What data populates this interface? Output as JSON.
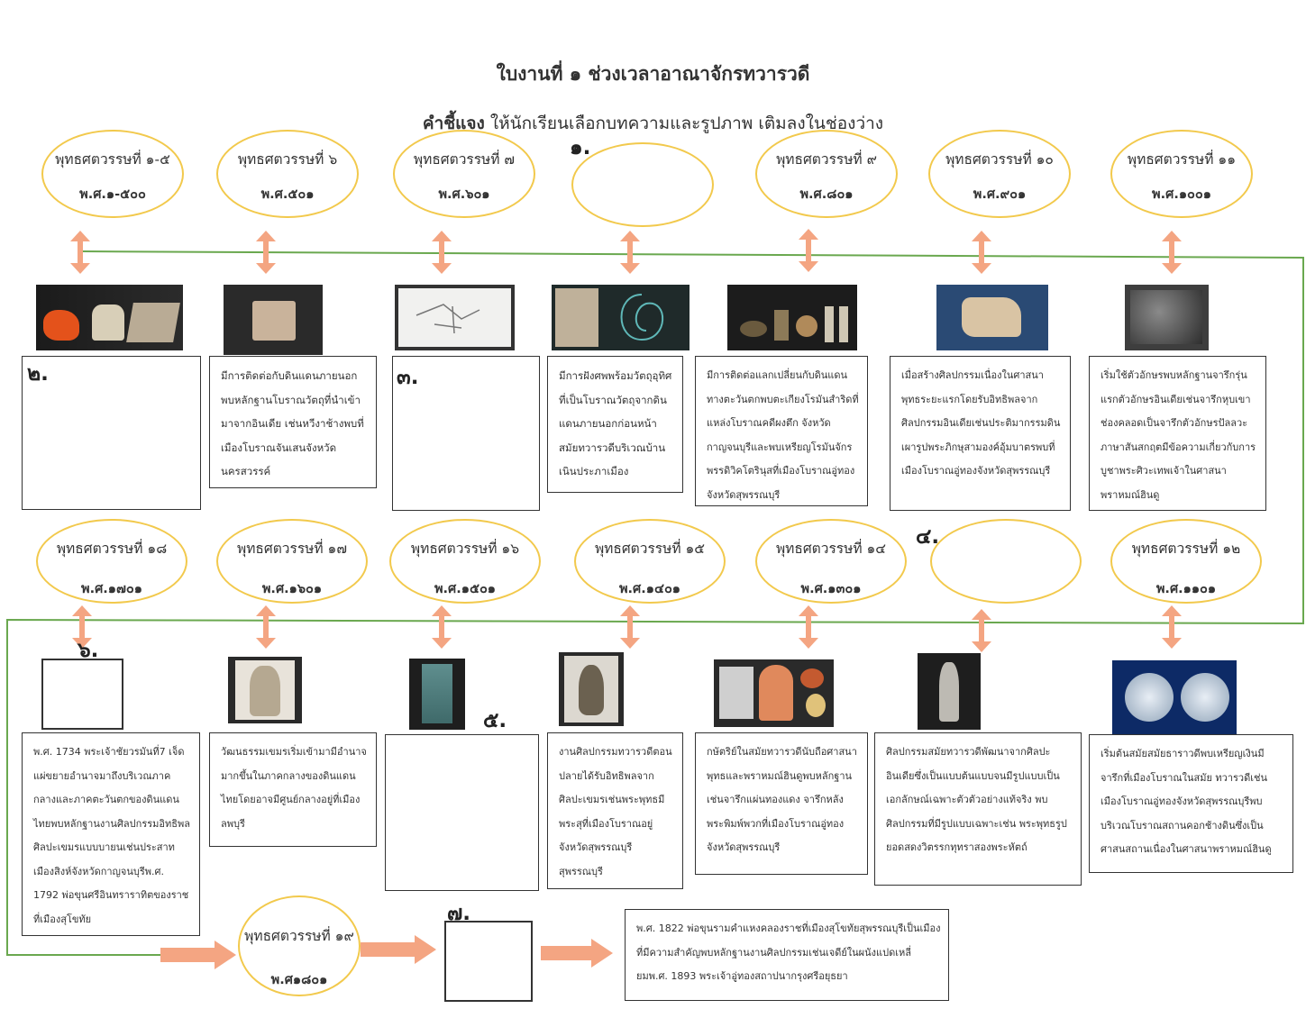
{
  "header": {
    "title": "ใบงานที่ ๑ ช่วงเวลาอาณาจักรทวารวดี",
    "instruction_label": "คำชี้แจง",
    "instruction_text": " ให้นักเรียนเลือกบทความและรูปภาพ เติมลงในช่องว่าง"
  },
  "blanks": {
    "b1": "๑.",
    "b2": "๒.",
    "b3": "๓.",
    "b4": "๔.",
    "b5": "๕.",
    "b6": "๖.",
    "b7": "๗."
  },
  "periods": {
    "p1": {
      "century": "พุทธศตวรรษที่ ๑-๕",
      "year": "พ.ศ.๑-๕๐๐"
    },
    "p6": {
      "century": "พุทธศตวรรษที่ ๖",
      "year": "พ.ศ.๕๐๑"
    },
    "p7": {
      "century": "พุทธศตวรรษที่ ๗",
      "year": "พ.ศ.๖๐๑"
    },
    "p9": {
      "century": "พุทธศตวรรษที่ ๙",
      "year": "พ.ศ.๘๐๑"
    },
    "p10": {
      "century": "พุทธศตวรรษที่ ๑๐",
      "year": "พ.ศ.๙๐๑"
    },
    "p11": {
      "century": "พุทธศตวรรษที่ ๑๑",
      "year": "พ.ศ.๑๐๐๑"
    },
    "p18": {
      "century": "พุทธศตวรรษที่ ๑๘",
      "year": "พ.ศ.๑๗๐๑"
    },
    "p17": {
      "century": "พุทธศตวรรษที่ ๑๗",
      "year": "พ.ศ.๑๖๐๑"
    },
    "p16": {
      "century": "พุทธศตวรรษที่ ๑๖",
      "year": "พ.ศ.๑๕๐๑"
    },
    "p15": {
      "century": "พุทธศตวรรษที่ ๑๕",
      "year": "พ.ศ.๑๔๐๑"
    },
    "p14": {
      "century": "พุทธศตวรรษที่ ๑๔",
      "year": "พ.ศ.๑๓๐๑"
    },
    "p12": {
      "century": "พุทธศตวรรษที่ ๑๒",
      "year": "พ.ศ.๑๑๐๑"
    },
    "p19": {
      "century": "พุทธศตวรรษที่ ๑๙",
      "year": "พ.ศ๑๘๐๑"
    }
  },
  "texts": {
    "t6": "มีการติดต่อกับดินแดนภายนอก พบหลักฐานโบราณวัตถุที่นำเข้ามาจากอินเดีย เช่นหวีงาช้างพบที่เมืองโบราณจันเสนจังหวัดนครสวรรค์",
    "t8": "มีการฝังศพพร้อมวัตถุอุทิศที่เป็นโบราณวัตถุจากดินแดนภายนอกก่อนหน้าสมัยทวารวดีบริเวณบ้านเนินประภาเมือง",
    "t9": "มีการติดต่อแลกเปลี่ยนกับดินแดนทางตะวันตกพบตะเกียงโรมันสำริดที่แหล่งโบราณคดีผงตึก จังหวัดกาญจนบุรีและพบเหรียญโรมันจักรพรรดิวิคโตรินุสที่เมืองโบราณอู่ทองจังหวัดสุพรรณบุรี",
    "t10": "เมื่อสร้างศิลปกรรมเนื่องในศาสนาพุทธระยะแรกโดยรับอิทธิพลจากศิลปกรรมอินเดียเช่นประติมากรรมดินเผารูปพระภิกษุสามองค์อุ้มบาตรพบที่เมืองโบราณอู่ทองจังหวัดสุพรรณบุรี",
    "t11": "เริ่มใช้ตัวอักษรพบหลักฐานจารึกรุ่นแรกตัวอักษรอินเดียเช่นจารึกหุบเขาช่องคลอดเป็นจารึกตัวอักษรปัลลวะ ภาษาสันสกฤตมีข้อความเกี่ยวกับการบูชาพระศิวะเทพเจ้าในศาสนาพราหมณ์ฮินดู",
    "t18": "พ.ศ. 1734 พระเจ้าชัยวรมันที่7 เจ็ดแผ่ขยายอำนาจมาถึงบริเวณภาคกลางและภาคตะวันตกของดินแดนไทยพบหลักฐานงานศิลปกรรมอิทธิพลศิลปะเขมรแบบบายนเช่นประสาทเมืองสิงห์จังหวัดกาญจนบุรีพ.ศ. 1792 พ่อขุนศรีอินทราราทิตของราชที่เมืองสุโขทัย",
    "t17": "วัฒนธรรมเขมรเริ่มเข้ามามีอำนาจมากขึ้นในภาคกลางของดินแดนไทยโดยอาจมีศูนย์กลางอยู่ที่เมืองลพบุรี",
    "t15": "งานศิลปกรรมทวารวดีตอนปลายได้รับอิทธิพลจากศิลปะเขมรเช่นพระพุทธมีพระสุที่เมืองโบราณอยู่ จังหวัดสุพรรณบุรีสุพรรณบุรี",
    "t14": "กษัตริย์ในสมัยทวารวดีนับถือศาสนาพุทธและพราหมณ์ฮินดูพบหลักฐานเช่นจารึกแผ่นทองแดง จารึกหลังพระพิมพ์พวกที่เมืองโบราณอู่ทองจังหวัดสุพรรณบุรี",
    "t13": "ศิลปกรรมสมัยทวารวดีพัฒนาจากศิลปะอินเดียซึ่งเป็นแบบต้นแบบจนมีรูปแบบเป็นเอกลักษณ์เฉพาะตัวตัวอย่างแท้จริง พบศิลปกรรมที่มีรูปแบบเฉพาะเช่น พระพุทธรูปยอดสดงวิตรรกทุทราสองพระหัตถ์",
    "t12": "เริ่มต้นสมัยสมัยธาราวดีพบเหรียญเงินมีจารึกที่เมืองโบราณในสมัย ทวารวดีเช่นเมืองโบราณอู่ทองจังหวัดสุพรรณบุรีพบบริเวณโบราณสถานคอกช้างดินซึ่งเป็นศาสนสถานเนื่องในศาสนาพราหมณ์ฮินดู",
    "t20": "พ.ศ. 1822 พ่อขุนรามคำแหงคลองราชที่เมืองสุโขทัยสุพรรณบุรีเป็นเมืองที่มีความสำคัญพบหลักฐานงานศิลปกรรมเช่นเจดีย์ในผนังแปดเหลี่ยมพ.ศ. 1893 พระเจ้าอู่ทองสถาปนากรุงศรีอยุธยา"
  },
  "colors": {
    "oval_border": "#f2c94c",
    "arrow": "#f4a582",
    "timeline": "#6aa84f"
  }
}
